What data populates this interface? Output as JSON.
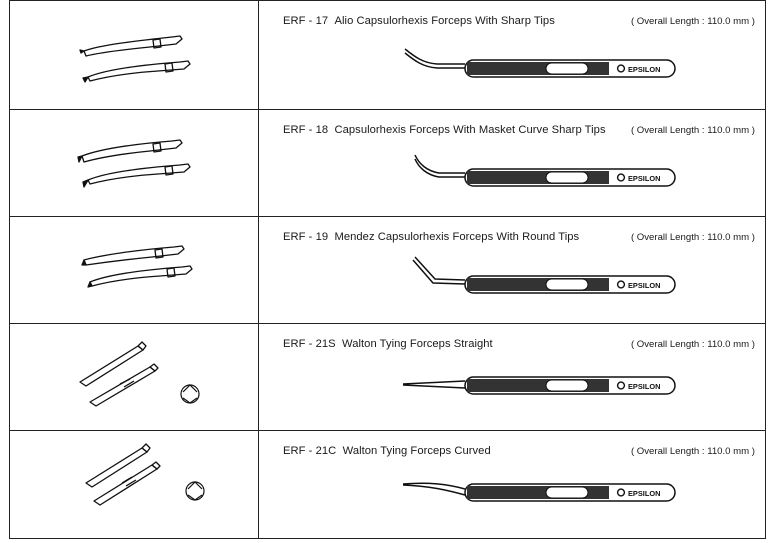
{
  "brand": "EPSILON",
  "products": [
    {
      "code": "ERF - 17",
      "name": "Alio Capsulorhexis Forceps With Sharp Tips",
      "length": "( Overall Length : 110.0 mm )",
      "tip": "sharp-bent"
    },
    {
      "code": "ERF - 18",
      "name": "Capsulorhexis Forceps With Masket Curve Sharp Tips",
      "length": "( Overall Length : 110.0 mm )",
      "tip": "masket"
    },
    {
      "code": "ERF - 19",
      "name": "Mendez Capsulorhexis Forceps With Round Tips",
      "length": "( Overall Length : 110.0 mm )",
      "tip": "angled"
    },
    {
      "code": "ERF - 21S",
      "name": "Walton Tying Forceps Straight",
      "length": "( Overall Length : 110.0 mm )",
      "tip": "straight"
    },
    {
      "code": "ERF - 21C",
      "name": "Walton Tying Forceps Curved",
      "length": "( Overall Length : 110.0 mm )",
      "tip": "curved"
    }
  ]
}
